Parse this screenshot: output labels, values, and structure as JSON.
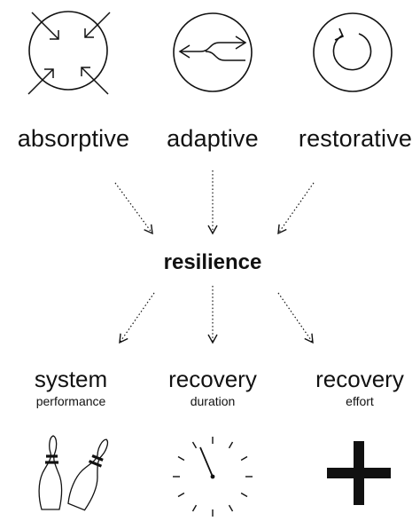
{
  "capacities": [
    {
      "label": "absorptive",
      "icon": "absorb-arrows-icon"
    },
    {
      "label": "adaptive",
      "icon": "adapt-arrows-icon"
    },
    {
      "label": "restorative",
      "icon": "restore-loop-icon"
    }
  ],
  "center": {
    "label": "resilience"
  },
  "outcomes": [
    {
      "label": "system",
      "sublabel": "performance",
      "icon": "bowling-pins-icon"
    },
    {
      "label": "recovery",
      "sublabel": "duration",
      "icon": "clock-icon"
    },
    {
      "label": "recovery",
      "sublabel": "effort",
      "icon": "plus-icon"
    }
  ],
  "colors": {
    "ink": "#111111",
    "background": "#ffffff"
  }
}
